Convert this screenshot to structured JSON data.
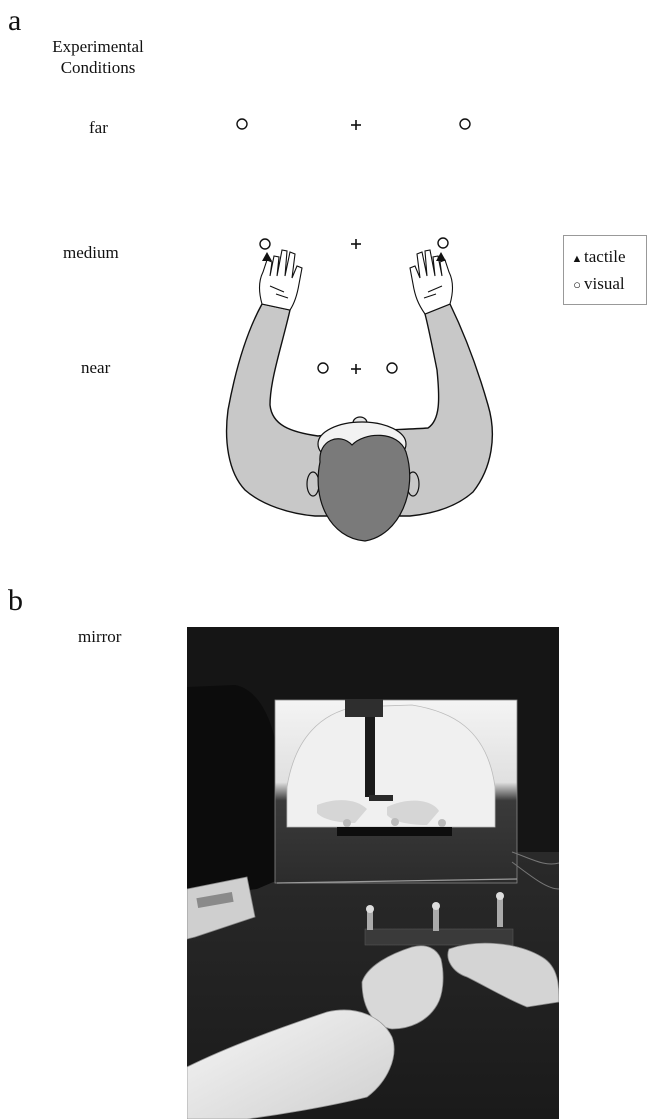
{
  "panel_a": {
    "letter": "a",
    "heading_line1": "Experimental",
    "heading_line2": "Conditions",
    "conditions": {
      "far": "far",
      "medium": "medium",
      "near": "near"
    },
    "legend": {
      "tactile": "tactile",
      "visual": "visual"
    },
    "colors": {
      "body_fill": "#c8c8c8",
      "head_fill": "#7a7a7a",
      "outline": "#111111"
    }
  },
  "panel_b": {
    "letter": "b",
    "label": "mirror"
  }
}
